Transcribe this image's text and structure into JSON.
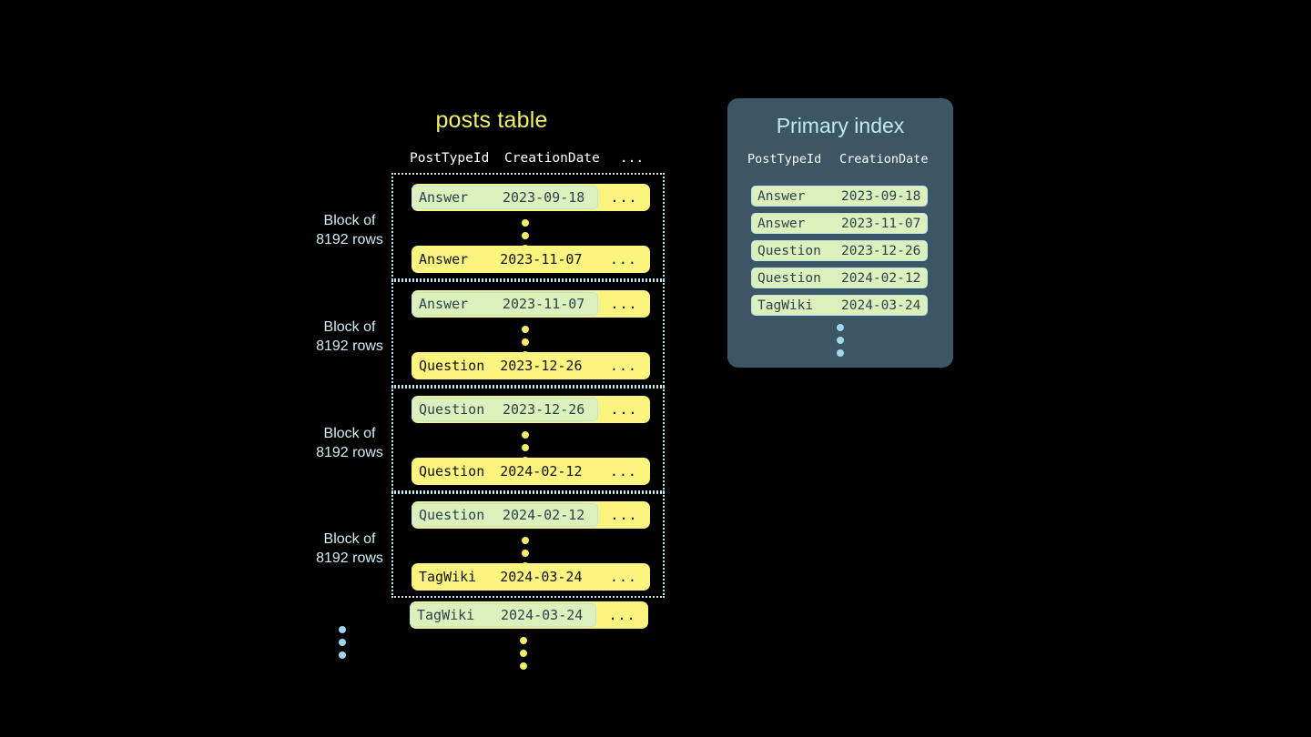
{
  "posts_table": {
    "title": "posts table",
    "columns": [
      "PostTypeId",
      "CreationDate",
      "..."
    ],
    "block_label_line1": "Block of",
    "block_label_line2": "8192 rows",
    "ellipsis_cell": "...",
    "blocks": [
      {
        "label_line1": "Block of",
        "label_line2": "8192 rows",
        "first_row": {
          "post_type_id": "Answer",
          "creation_date": "2023-09-18",
          "rest": "...",
          "highlighted": true
        },
        "last_row": {
          "post_type_id": "Answer",
          "creation_date": "2023-11-07",
          "rest": "...",
          "highlighted": false
        }
      },
      {
        "label_line1": "Block of",
        "label_line2": "8192 rows",
        "first_row": {
          "post_type_id": "Answer",
          "creation_date": "2023-11-07",
          "rest": "...",
          "highlighted": true
        },
        "last_row": {
          "post_type_id": "Question",
          "creation_date": "2023-12-26",
          "rest": "...",
          "highlighted": false
        }
      },
      {
        "label_line1": "Block of",
        "label_line2": "8192 rows",
        "first_row": {
          "post_type_id": "Question",
          "creation_date": "2023-12-26",
          "rest": "...",
          "highlighted": true
        },
        "last_row": {
          "post_type_id": "Question",
          "creation_date": "2024-02-12",
          "rest": "...",
          "highlighted": false
        }
      },
      {
        "label_line1": "Block of",
        "label_line2": "8192 rows",
        "first_row": {
          "post_type_id": "Question",
          "creation_date": "2024-02-12",
          "rest": "...",
          "highlighted": true
        },
        "last_row": {
          "post_type_id": "TagWiki",
          "creation_date": "2024-03-24",
          "rest": "...",
          "highlighted": false
        }
      }
    ],
    "trailing_row": {
      "post_type_id": "TagWiki",
      "creation_date": "2024-03-24",
      "rest": "...",
      "highlighted": true
    }
  },
  "primary_index": {
    "title": "Primary index",
    "columns": [
      "PostTypeId",
      "CreationDate"
    ],
    "rows": [
      {
        "post_type_id": "Answer",
        "creation_date": "2023-09-18"
      },
      {
        "post_type_id": "Answer",
        "creation_date": "2023-11-07"
      },
      {
        "post_type_id": "Question",
        "creation_date": "2023-12-26"
      },
      {
        "post_type_id": "Question",
        "creation_date": "2024-02-12"
      },
      {
        "post_type_id": "TagWiki",
        "creation_date": "2024-03-24"
      }
    ]
  },
  "colors": {
    "background": "#000000",
    "row_yellow": "#fbf57f",
    "highlight_green": "#dcf0bc",
    "highlight_border": "#bde3ef",
    "panel_slate": "#3d5666",
    "title_yellow": "#f2f06a",
    "title_blue": "#bfe9f6",
    "label_blue": "#cfeef7",
    "dot_yellow": "#f5ee6a",
    "dot_blue": "#9ed8ec"
  }
}
